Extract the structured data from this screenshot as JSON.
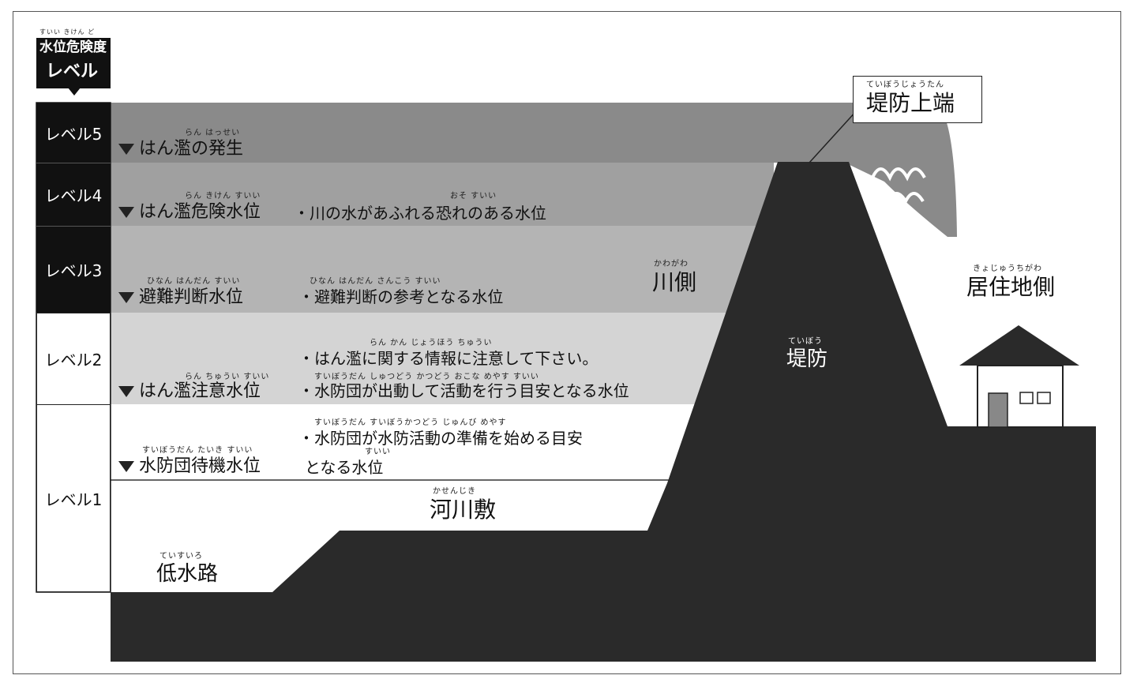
{
  "header": {
    "ruby": "すいい きけん ど",
    "line1": "水位危険度",
    "line2": "レベル"
  },
  "levels": [
    {
      "label": "レベル5"
    },
    {
      "label": "レベル4"
    },
    {
      "label": "レベル3"
    },
    {
      "label": "レベル2"
    },
    {
      "label": "レベル1"
    }
  ],
  "water_levels": {
    "l5": {
      "ruby": "らん はっせい",
      "text": "はん濫の発生"
    },
    "l4": {
      "ruby": "らん きけん すいい",
      "text": "はん濫危険水位",
      "ruby_desc": "おそ すいい",
      "desc": "・川の水があふれる恐れのある水位"
    },
    "l3": {
      "ruby": "ひなん はんだん すいい",
      "text": "避難判断水位",
      "ruby_desc": "ひなん はんだん さんこう すいい",
      "desc": "・避難判断の参考となる水位"
    },
    "l2": {
      "ruby1": "らん かん じょうほう ちゅうい",
      "desc1": "・はん濫に関する情報に注意して下さい。",
      "ruby": "らん ちゅうい すいい",
      "text": "はん濫注意水位",
      "ruby_desc2": "すいぼうだん しゅつどう かつどう おこな めやす すいい",
      "desc2": "・水防団が出動して活動を行う目安となる水位"
    },
    "l1": {
      "ruby_desc1": "すいぼうだん すいぼうかつどう じゅんび めやす",
      "desc1": "・水防団が水防活動の準備を始める目安",
      "ruby": "すいぼうだん たいき すいい",
      "text": "水防団待機水位",
      "ruby_desc2": "すいい",
      "desc2": "となる水位"
    }
  },
  "places": {
    "kawagawa": {
      "ruby": "かわがわ",
      "text": "川側"
    },
    "kyojuchi": {
      "ruby": "きょじゅうちがわ",
      "text": "居住地側"
    },
    "teibou": {
      "ruby": "ていぼう",
      "text": "堤防"
    },
    "teibou_top": {
      "ruby": "ていぼうじょうたん",
      "text": "堤防上端"
    },
    "kasenjiki": {
      "ruby": "かせんじき",
      "text": "河川敷"
    },
    "teisuiro": {
      "ruby": "ていすいろ",
      "text": "低水路"
    }
  },
  "colors": {
    "band_l5": "#8a8a8a",
    "band_l4": "#a0a0a0",
    "band_l3": "#b4b4b4",
    "band_l2": "#d4d4d4",
    "ground": "#2a2a2a",
    "dark_label": "#111111"
  }
}
